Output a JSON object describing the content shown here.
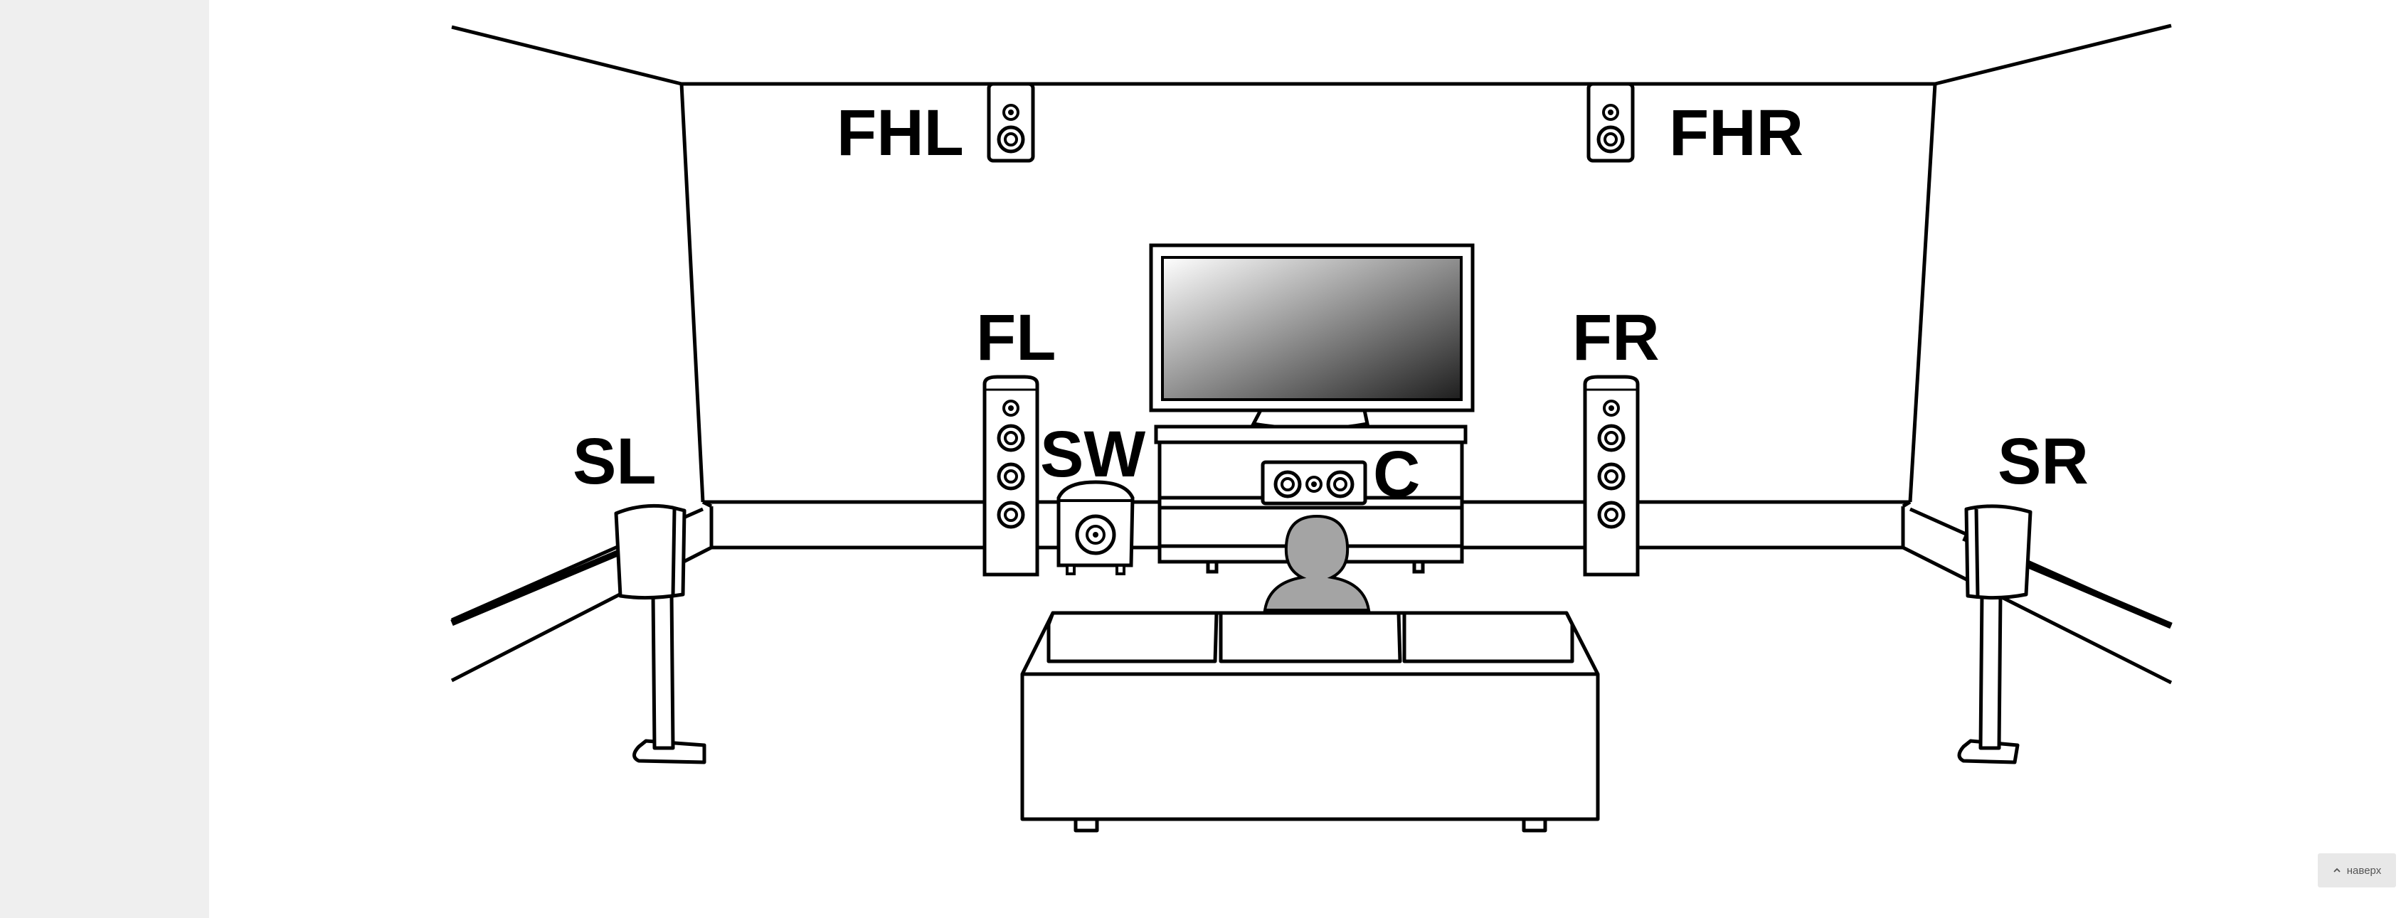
{
  "diagram": {
    "speakers": {
      "FHL": "FHL",
      "FHR": "FHR",
      "FL": "FL",
      "FR": "FR",
      "C": "C",
      "SW": "SW",
      "SL": "SL",
      "SR": "SR"
    }
  },
  "back_to_top": {
    "label": "наверх",
    "icon": "chevron-up-icon"
  }
}
